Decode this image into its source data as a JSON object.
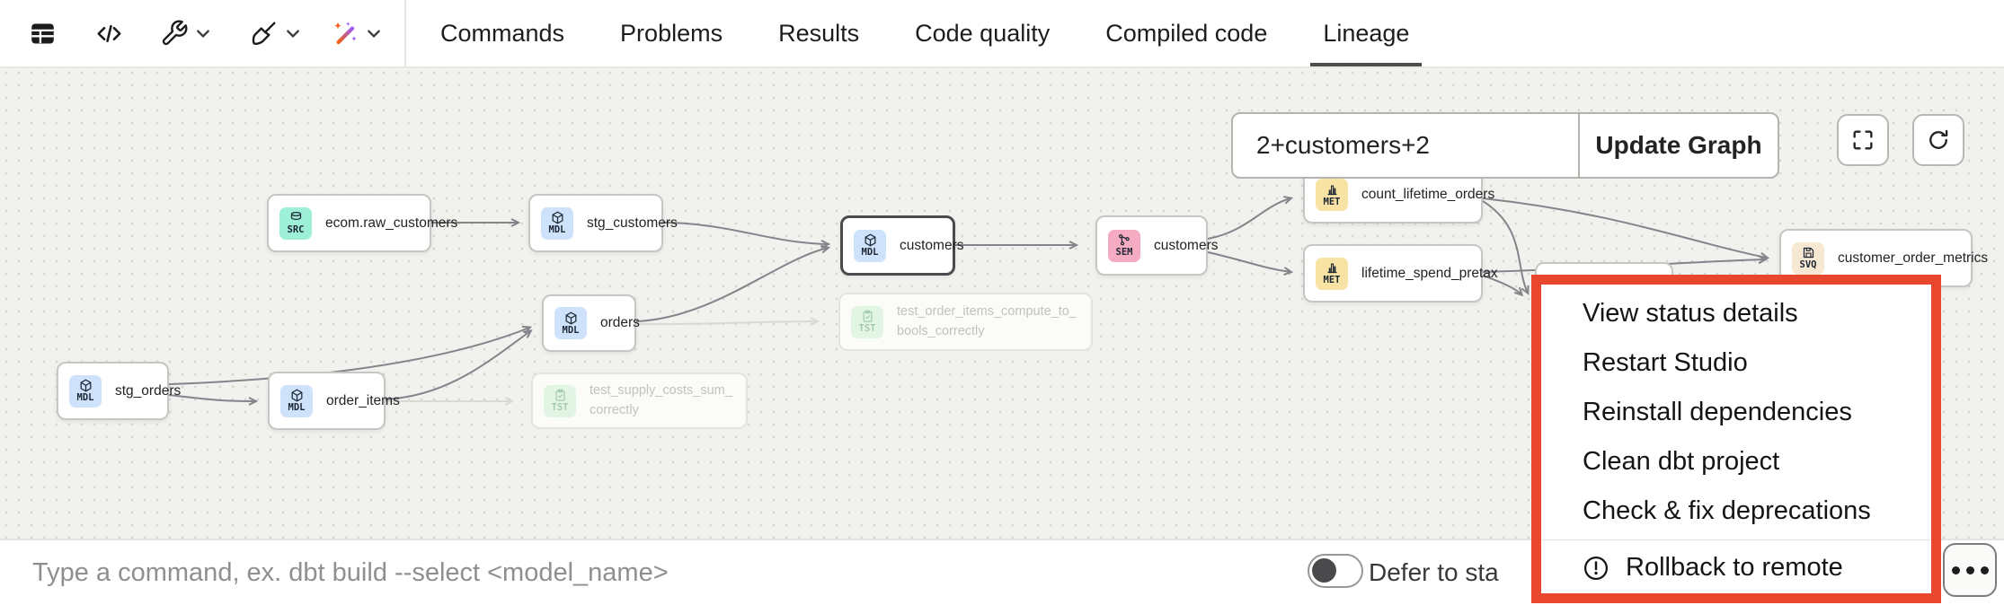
{
  "header": {
    "tabs": [
      {
        "label": "Commands",
        "active": false
      },
      {
        "label": "Problems",
        "active": false
      },
      {
        "label": "Results",
        "active": false
      },
      {
        "label": "Code quality",
        "active": false
      },
      {
        "label": "Compiled code",
        "active": false
      },
      {
        "label": "Lineage",
        "active": true
      }
    ],
    "tool_icons": [
      "table-icon",
      "code-icon",
      "wrench-icon",
      "broom-icon",
      "magic-wand-icon"
    ]
  },
  "graph_controls": {
    "selector_value": "2+customers+2",
    "update_button_label": "Update Graph",
    "fullscreen_icon": "fullscreen-icon",
    "refresh_icon": "refresh-icon"
  },
  "graph": {
    "badge_colors": {
      "SRC": "#9df0d7",
      "MDL": "#cfe2fb",
      "SEM": "#f5abc2",
      "MET": "#f8e3a4",
      "SVQ": "#f7e8d4",
      "TST": "#e2f5e5"
    },
    "nodes": [
      {
        "badge": "SRC",
        "label": "ecom.raw_customers",
        "state": "normal"
      },
      {
        "badge": "MDL",
        "label": "stg_customers",
        "state": "normal"
      },
      {
        "badge": "MDL",
        "label": "customers",
        "state": "selected"
      },
      {
        "badge": "MDL",
        "label": "orders",
        "state": "normal"
      },
      {
        "badge": "MDL",
        "label": "stg_orders",
        "state": "normal"
      },
      {
        "badge": "MDL",
        "label": "order_items",
        "state": "normal"
      },
      {
        "badge": "TST",
        "label": "test_supply_costs_sum_correctly",
        "state": "faded"
      },
      {
        "badge": "TST",
        "label": "test_order_items_compute_to_bools_correctly",
        "state": "faded"
      },
      {
        "badge": "SEM",
        "label": "customers",
        "state": "normal"
      },
      {
        "badge": "MET",
        "label": "count_lifetime_orders",
        "state": "normal"
      },
      {
        "badge": "MET",
        "label": "lifetime_spend_pretax",
        "state": "normal"
      },
      {
        "badge": "SVQ",
        "label": "customer_order_metrics",
        "state": "normal"
      }
    ]
  },
  "context_menu": {
    "highlight_color": "#e8472e",
    "items": [
      {
        "label": "View status details"
      },
      {
        "label": "Restart Studio"
      },
      {
        "label": "Reinstall dependencies"
      },
      {
        "label": "Clean dbt project"
      },
      {
        "label": "Check & fix deprecations"
      },
      {
        "label": "Rollback to remote",
        "icon": "warning-icon"
      }
    ]
  },
  "command_bar": {
    "placeholder": "Type a command, ex. dbt build --select <model_name>",
    "defer_toggle_label": "Defer to sta",
    "toggle_state": "off"
  }
}
